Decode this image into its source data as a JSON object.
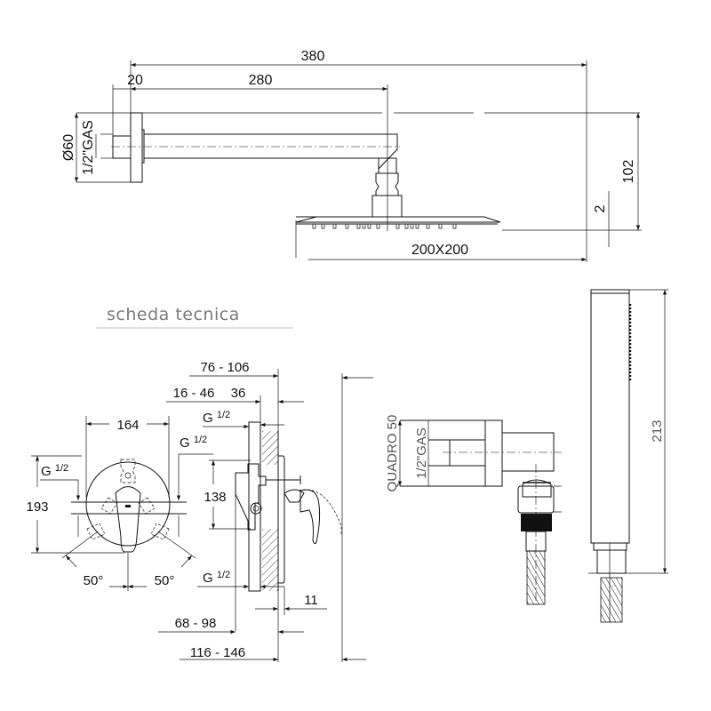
{
  "title": "scheda tecnica",
  "shower_arm": {
    "total_length": "380",
    "plate_depth": "20",
    "arm_length": "280",
    "plate_diameter": "Ø60",
    "thread": "1/2\"GAS",
    "height": "102",
    "head_thickness": "2",
    "head_size": "200X200"
  },
  "mixer_front": {
    "width": "164",
    "height": "193",
    "thread_left": "G",
    "thread_right": "G",
    "fraction": "1/2",
    "angle_left": "50°",
    "angle_right": "50°"
  },
  "mixer_side": {
    "depth_a": "76 - 106",
    "depth_b": "16 - 46",
    "depth_c": "36",
    "thread_top": "G",
    "thread_bottom": "G",
    "fraction": "1/2",
    "inlet_spacing": "138",
    "plate": "11",
    "depth_d": "68 - 98",
    "depth_e": "116 - 146"
  },
  "wall_outlet": {
    "size": "QUADRO 50",
    "thread": "1/2\"GAS"
  },
  "hand_shower": {
    "length": "213"
  }
}
